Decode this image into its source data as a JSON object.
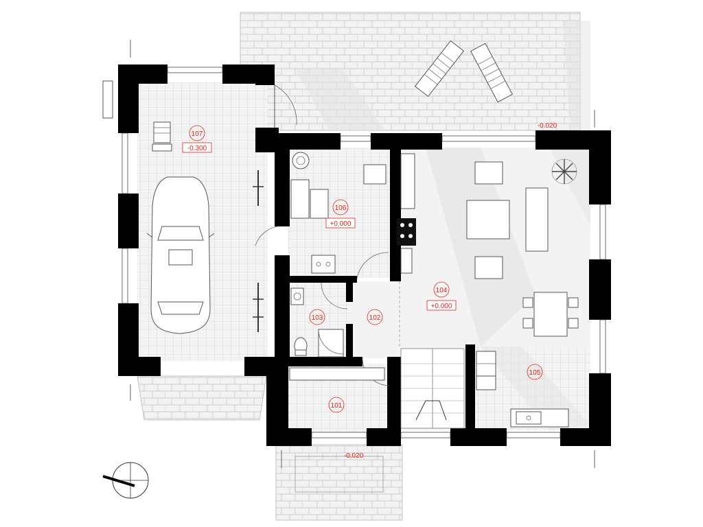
{
  "colors": {
    "label": "#e0251b",
    "wall": "#000000",
    "floor": "#f3f3f3",
    "paving": "#f1f1f1"
  },
  "rooms": [
    {
      "id": "r101",
      "number": "101"
    },
    {
      "id": "r102",
      "number": "102"
    },
    {
      "id": "r103",
      "number": "103"
    },
    {
      "id": "r104",
      "number": "104",
      "level": "+0.000"
    },
    {
      "id": "r105",
      "number": "105"
    },
    {
      "id": "r106",
      "number": "106",
      "level": "+0.000"
    },
    {
      "id": "r107",
      "number": "107",
      "level": "-0.300"
    }
  ],
  "levels": {
    "terrace": "-0.020",
    "entrance": "-0.020"
  },
  "icons": {
    "north": "north-arrow-icon",
    "car": "car-icon",
    "bicycle": "bicycle-icon",
    "plant": "plant-icon"
  }
}
